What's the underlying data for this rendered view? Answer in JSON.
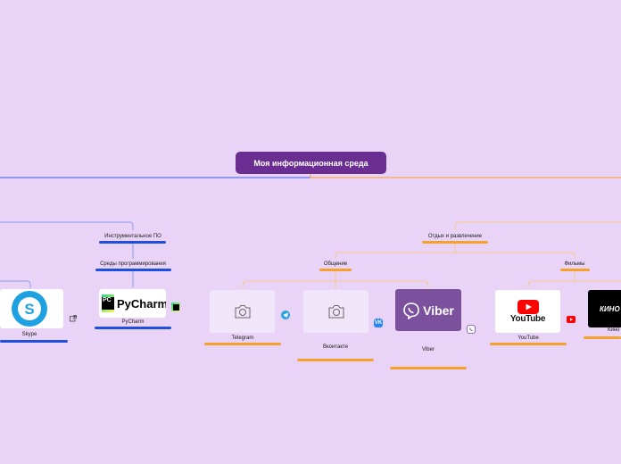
{
  "root": {
    "title": "Моя информационная среда"
  },
  "branches": {
    "tools": {
      "label": "Инструментальное ПО"
    },
    "ide": {
      "label": "Среды программирования"
    },
    "skype": {
      "label": "Skype"
    },
    "pycharm": {
      "label": "PyCharm",
      "logo_text": "PyCharm",
      "badge": "PC"
    },
    "leisure": {
      "label": "Отдых и развлечение"
    },
    "communication": {
      "label": "Общение"
    },
    "films": {
      "label": "Фильмы"
    },
    "telegram": {
      "label": "Telegram"
    },
    "vk": {
      "label": "Вконтакте",
      "badge": "VK"
    },
    "viber": {
      "label": "Viber",
      "logo_text": "Viber"
    },
    "youtube": {
      "label": "YouTube",
      "logo_text": "YouTube"
    },
    "kino": {
      "label": "Кино",
      "logo_text": "КИНО"
    }
  },
  "colors": {
    "background": "#e9d3f6",
    "root": "#6a2d91",
    "blue": "#1f4fe0",
    "orange": "#f6a12a",
    "viber": "#7b519d",
    "youtube": "#ff0000"
  },
  "icons": [
    "camera-icon",
    "telegram-icon",
    "vk-icon",
    "viber-icon",
    "youtube-icon",
    "skype-icon",
    "external-link-icon",
    "pycharm-icon"
  ]
}
